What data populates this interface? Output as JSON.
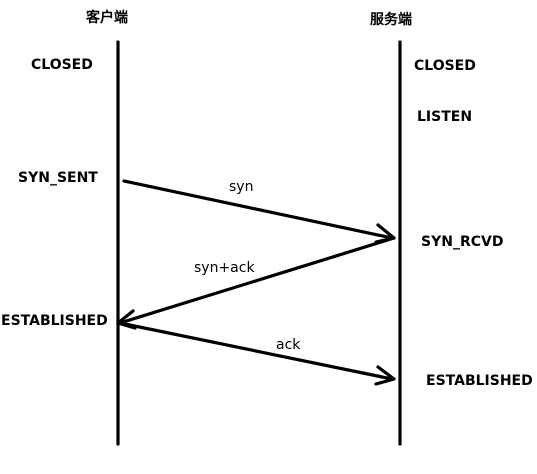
{
  "client": {
    "header": "客户端",
    "states": {
      "closed": "CLOSED",
      "syn_sent": "SYN_SENT",
      "established": "ESTABLISHED"
    }
  },
  "server": {
    "header": "服务端",
    "states": {
      "closed": "CLOSED",
      "listen": "LISTEN",
      "syn_rcvd": "SYN_RCVD",
      "established": "ESTABLISHED"
    }
  },
  "messages": {
    "syn": "syn",
    "syn_ack": "syn+ack",
    "ack": "ack"
  },
  "colors": {
    "ink": "#000000",
    "background": "#ffffff"
  }
}
